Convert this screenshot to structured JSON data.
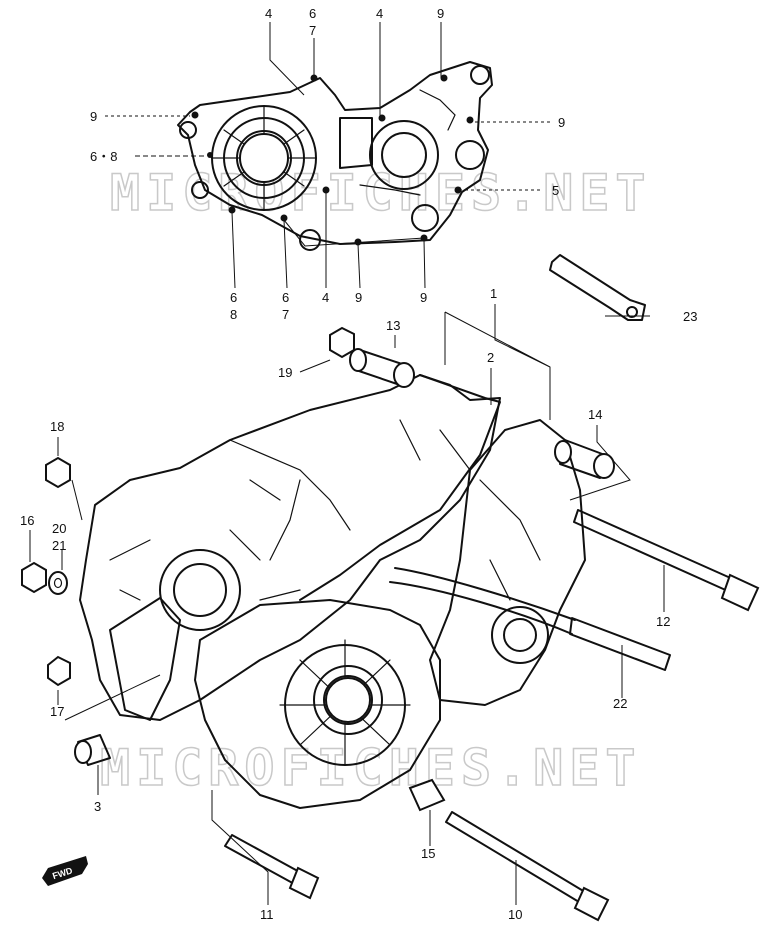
{
  "watermark": "MICROFICHES.NET",
  "fwd_label": "FWD",
  "callouts": [
    {
      "id": "c-4-a",
      "text": "4"
    },
    {
      "id": "c-6-a",
      "text": "6"
    },
    {
      "id": "c-7-a",
      "text": "7"
    },
    {
      "id": "c-4-b",
      "text": "4"
    },
    {
      "id": "c-9-a",
      "text": "9"
    },
    {
      "id": "c-9-b",
      "text": "9"
    },
    {
      "id": "c-9-c",
      "text": "9"
    },
    {
      "id": "c-68-a",
      "text": "6・8"
    },
    {
      "id": "c-5",
      "text": "5"
    },
    {
      "id": "c-6-b",
      "text": "6"
    },
    {
      "id": "c-8-b",
      "text": "8"
    },
    {
      "id": "c-6-c",
      "text": "6"
    },
    {
      "id": "c-7-c",
      "text": "7"
    },
    {
      "id": "c-4-c",
      "text": "4"
    },
    {
      "id": "c-9-d",
      "text": "9"
    },
    {
      "id": "c-9-e",
      "text": "9"
    },
    {
      "id": "c-1",
      "text": "1"
    },
    {
      "id": "c-23",
      "text": "23"
    },
    {
      "id": "c-13",
      "text": "13"
    },
    {
      "id": "c-2",
      "text": "2"
    },
    {
      "id": "c-19",
      "text": "19"
    },
    {
      "id": "c-14",
      "text": "14"
    },
    {
      "id": "c-18",
      "text": "18"
    },
    {
      "id": "c-16",
      "text": "16"
    },
    {
      "id": "c-20",
      "text": "20"
    },
    {
      "id": "c-21",
      "text": "21"
    },
    {
      "id": "c-12",
      "text": "12"
    },
    {
      "id": "c-17",
      "text": "17"
    },
    {
      "id": "c-22",
      "text": "22"
    },
    {
      "id": "c-3",
      "text": "3"
    },
    {
      "id": "c-15",
      "text": "15"
    },
    {
      "id": "c-11",
      "text": "11"
    },
    {
      "id": "c-10",
      "text": "10"
    }
  ]
}
